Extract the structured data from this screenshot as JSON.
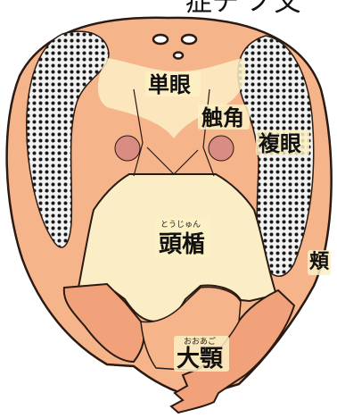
{
  "header_fragment": "症チ ノ文",
  "labels": {
    "ocelli": "単眼",
    "antenna": "触角",
    "compound_eye": "複眼",
    "clypeus": "頭楯",
    "clypeus_ruby": "とうじゅん",
    "cheek": "頬",
    "mandible": "大顎",
    "mandible_ruby": "おおあご"
  },
  "colors": {
    "head": "#f6b48b",
    "head_outline": "#2a1a12",
    "face_light": "#fbeec6",
    "eye_fill": "#f2f2f2",
    "eye_dots": "#1a1a1a",
    "antenna_socket": "#d98c84",
    "mandible": "#f1a27b"
  }
}
